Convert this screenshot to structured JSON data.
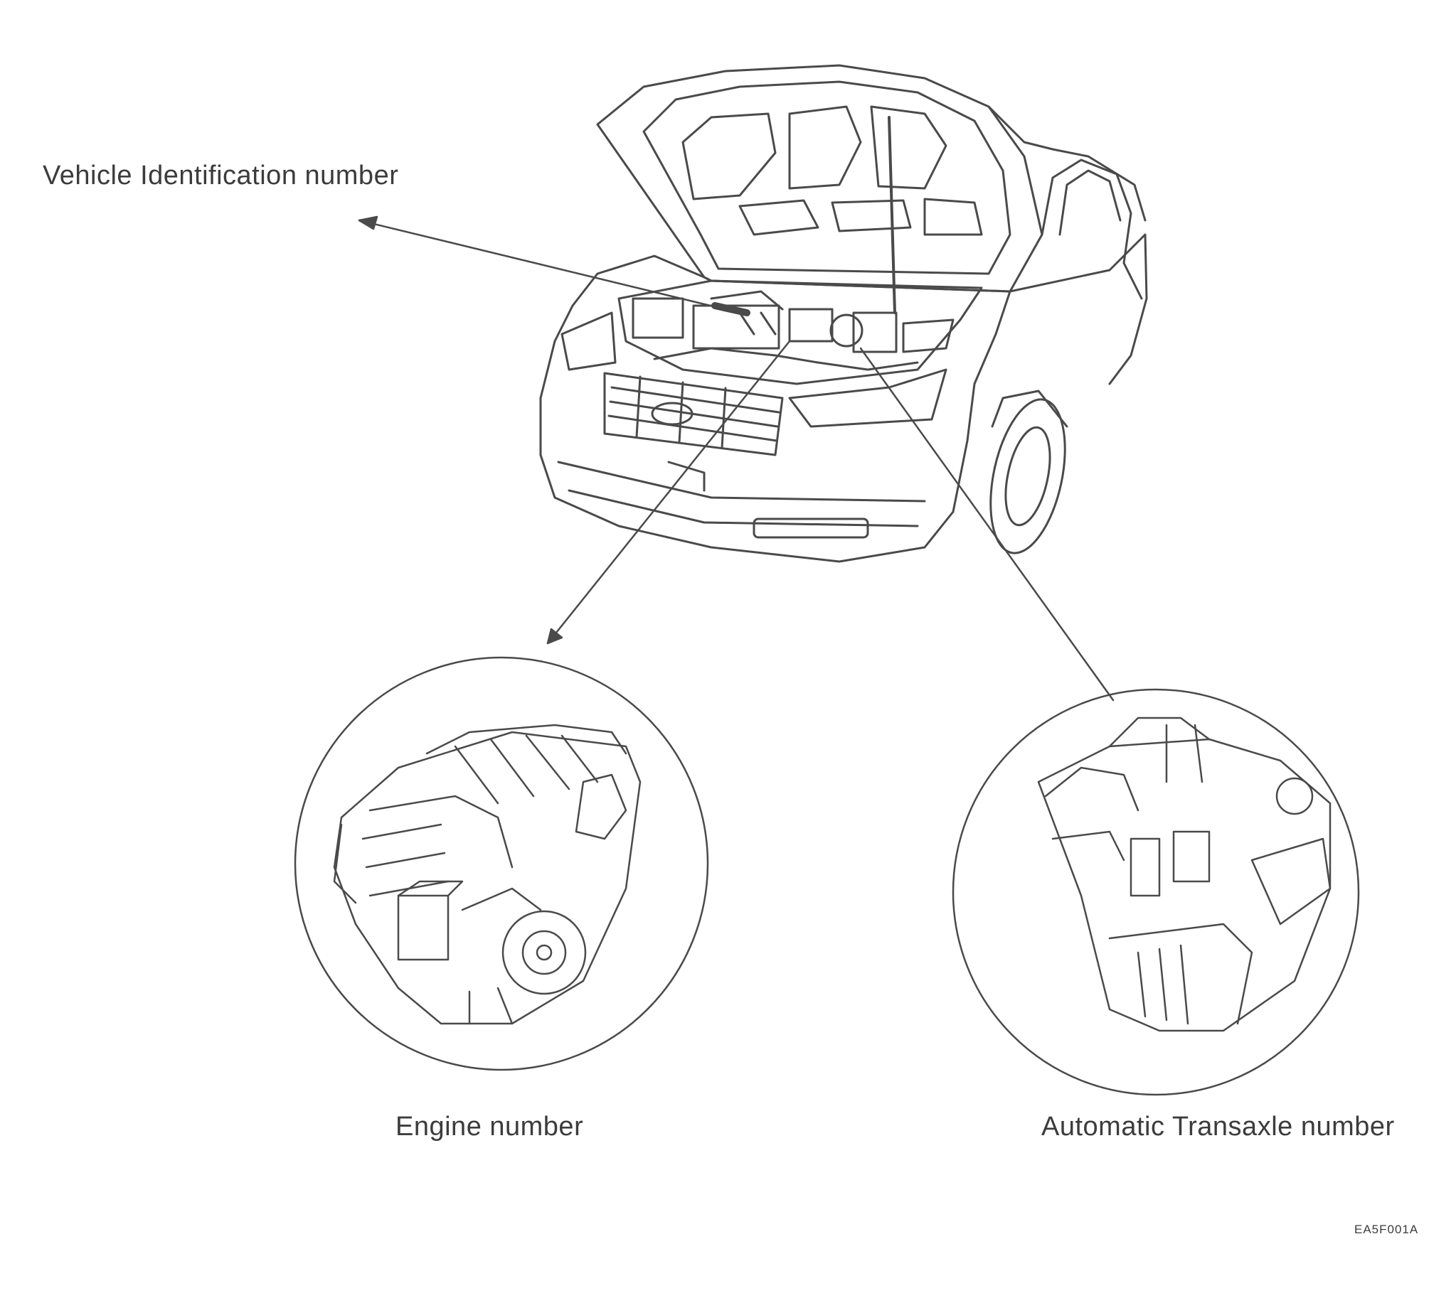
{
  "labels": {
    "vin": "Vehicle Identification number",
    "engine": "Engine number",
    "transaxle": "Automatic Transaxle number",
    "figure_code": "EA5F001A"
  },
  "colors": {
    "line": "#4a4a4a",
    "text": "#3c3c3c",
    "background": "#ffffff"
  }
}
